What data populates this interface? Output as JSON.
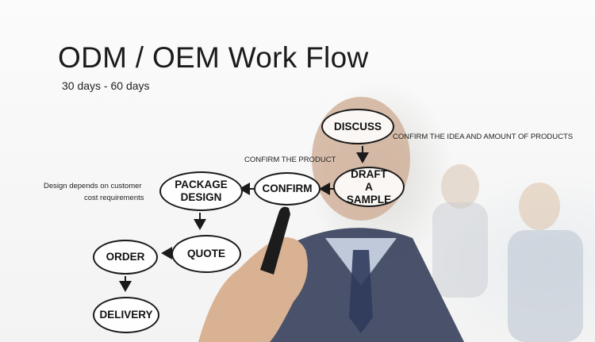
{
  "header": {
    "title": "ODM / OEM Work Flow",
    "subtitle": "30 days - 60 days"
  },
  "flow": {
    "discuss": "DISCUSS",
    "draft_sample": "DRAFT A SAMPLE",
    "confirm": "CONFIRM",
    "package_design": "PACKAGE DESIGN",
    "quote": "QUOTE",
    "order": "ORDER",
    "delivery": "DELIVERY"
  },
  "notes": {
    "confirm_idea": "CONFIRM THE IDEA AND AMOUNT OF PRODUCTS",
    "confirm_product": "CONFIRM THE PRODUCT",
    "design_depends_line1": "Design depends on customer",
    "design_depends_line2": "cost requirements"
  }
}
